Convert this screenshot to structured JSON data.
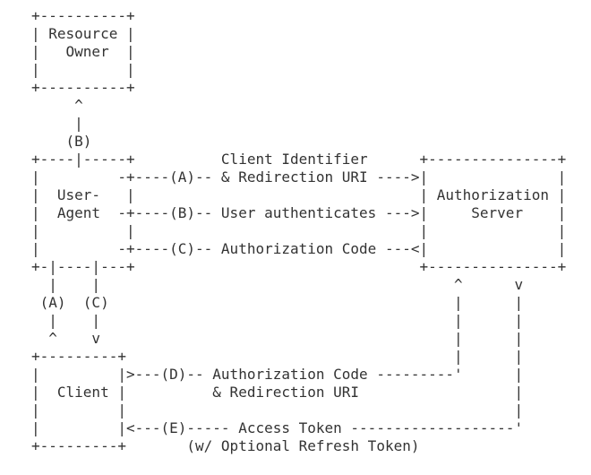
{
  "colors": {
    "background": "#ffffff",
    "text": "#333333"
  },
  "diagram": {
    "type": "ascii-flow-diagram",
    "actors": [
      "Resource Owner",
      "User-Agent",
      "Client",
      "Authorization Server"
    ],
    "steps": [
      {
        "id": "(A)",
        "label": "Client Identifier & Redirection URI"
      },
      {
        "id": "(B)",
        "label": "User authenticates"
      },
      {
        "id": "(C)",
        "label": "Authorization Code"
      },
      {
        "id": "(D)",
        "label": "Authorization Code & Redirection URI"
      },
      {
        "id": "(E)",
        "label": "Access Token (w/ Optional Refresh Token)"
      }
    ],
    "lines": [
      "+----------+",
      "| Resource |",
      "|   Owner  |",
      "|          |",
      "+----------+",
      "     ^",
      "     |",
      "    (B)",
      "+----|-----+          Client Identifier      +---------------+",
      "|         -+----(A)-- & Redirection URI ---->|               |",
      "|  User-   |                                 | Authorization |",
      "|  Agent  -+----(B)-- User authenticates --->|     Server    |",
      "|          |                                 |               |",
      "|         -+----(C)-- Authorization Code ---<|               |",
      "+-|----|---+                                 +---------------+",
      "  |    |                                         ^      v",
      " (A)  (C)                                        |      |",
      "  |    |                                         |      |",
      "  ^    v                                         |      |",
      "+---------+                                      |      |",
      "|         |>---(D)-- Authorization Code ---------'      |",
      "|  Client |          & Redirection URI                  |",
      "|         |                                             |",
      "|         |<---(E)----- Access Token -------------------'",
      "+---------+       (w/ Optional Refresh Token)"
    ]
  }
}
